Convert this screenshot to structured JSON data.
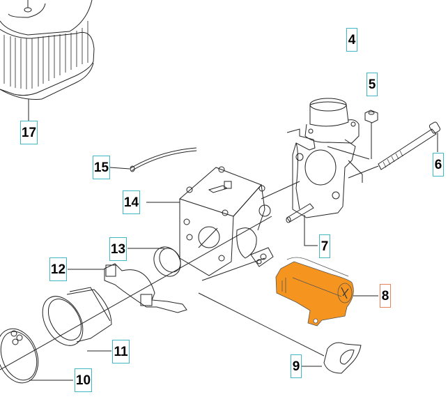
{
  "diagram": {
    "type": "exploded parts diagram",
    "highlight_color": "#f5951f",
    "label_border_color": "#3fb8c4",
    "selected_label_border_color": "#e8825a",
    "selected_part": "8",
    "labels": {
      "p4": "4",
      "p5": "5",
      "p6": "6",
      "p7": "7",
      "p8": "8",
      "p9": "9",
      "p10": "10",
      "p11": "11",
      "p12": "12",
      "p13": "13",
      "p14": "14",
      "p15": "15",
      "p17": "17"
    }
  }
}
